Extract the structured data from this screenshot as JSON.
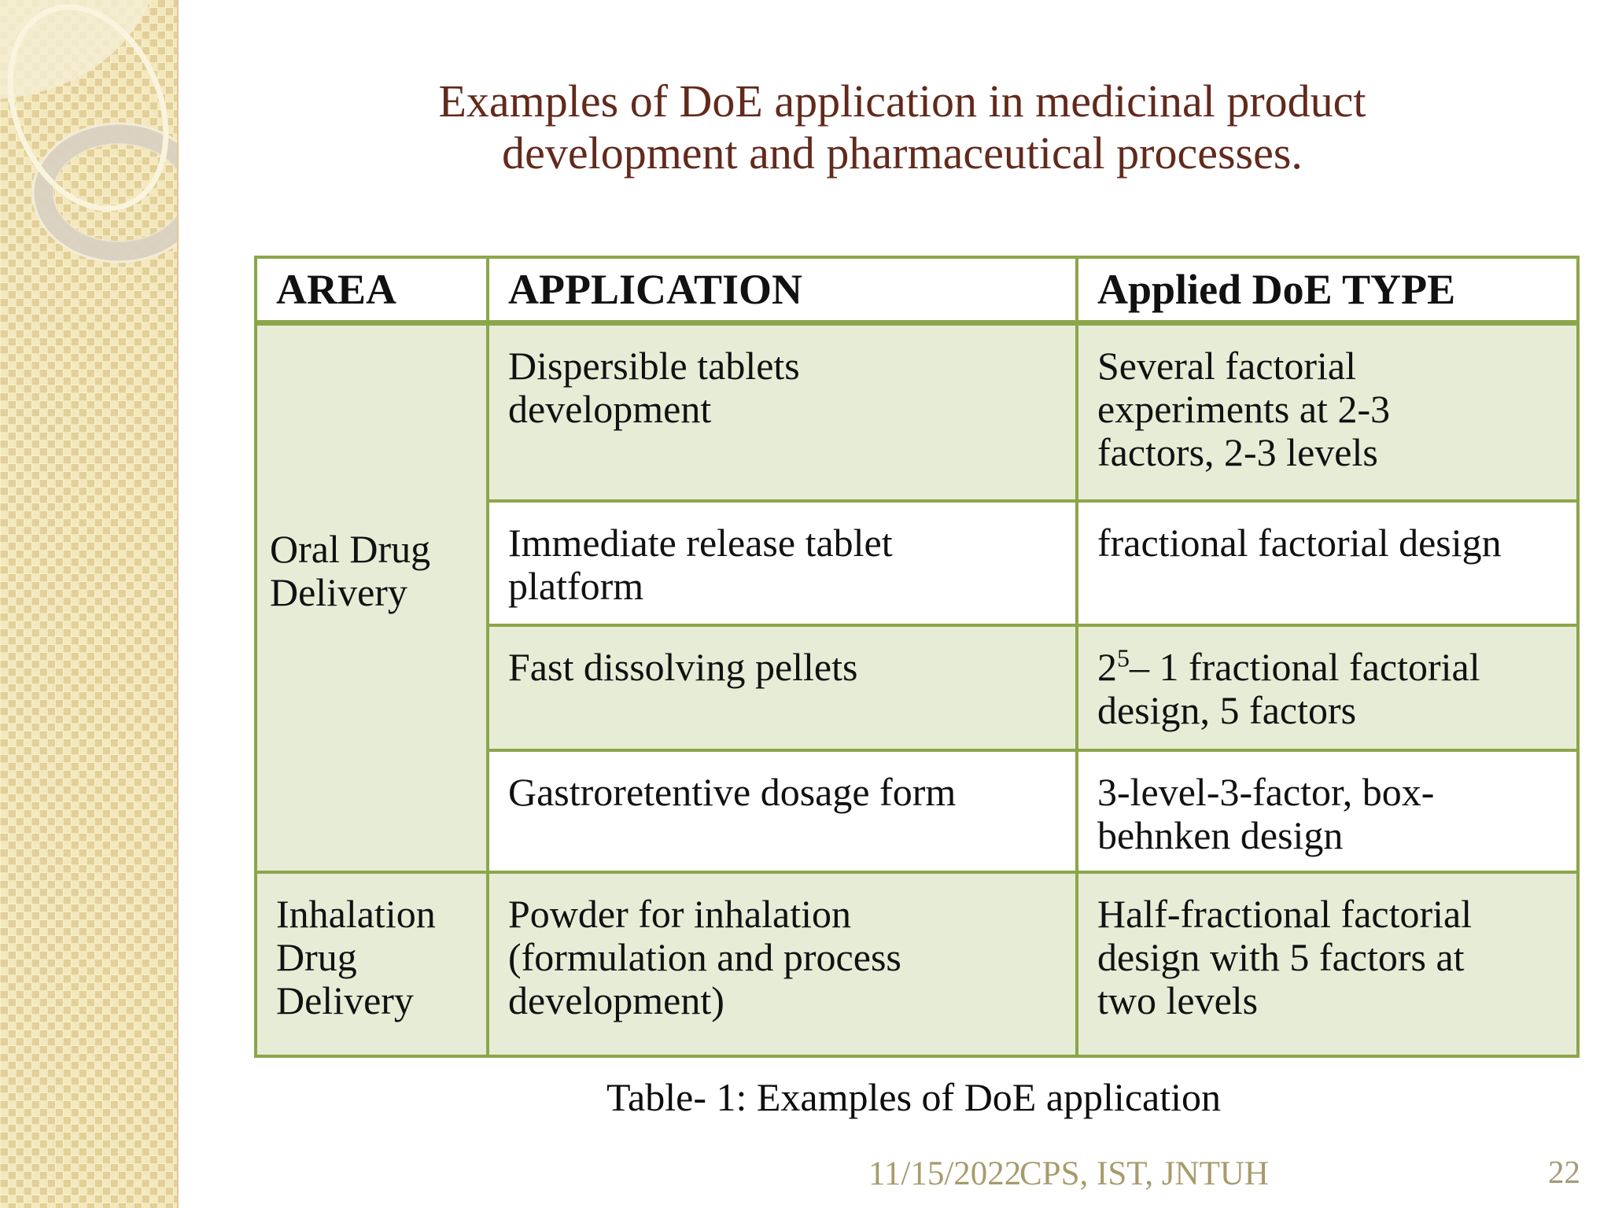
{
  "slide": {
    "title": {
      "line1": "Examples of DoE application in medicinal product",
      "line2": "development and pharmaceutical processes."
    },
    "caption": "Table- 1: Examples of DoE application",
    "footer": {
      "date": "11/15/2022",
      "organization": "CPS, IST, JNTUH",
      "page_number": "22"
    }
  },
  "table": {
    "headers": {
      "area": "AREA",
      "application": "APPLICATION",
      "doe_type": "Applied DoE TYPE"
    },
    "groups": {
      "oral": {
        "area_lines": [
          "Oral Drug",
          "Delivery"
        ],
        "rows": [
          {
            "application_lines": [
              "Dispersible tablets",
              "development"
            ],
            "doe_lines": [
              "Several factorial",
              "experiments at 2-3",
              "factors, 2-3 levels"
            ]
          },
          {
            "application_lines": [
              "Immediate release tablet",
              "platform"
            ],
            "doe_lines": [
              "fractional factorial design"
            ]
          },
          {
            "application_lines": [
              "Fast dissolving pellets"
            ],
            "doe_exponent": {
              "base": "2",
              "sup": "5",
              "rest": "– 1 fractional factorial"
            },
            "doe_line2": "design, 5 factors"
          },
          {
            "application_lines": [
              "Gastroretentive dosage form"
            ],
            "doe_lines": [
              "3-level-3-factor, box-",
              "behnken design"
            ]
          }
        ]
      },
      "inhalation": {
        "area_lines": [
          "Inhalation",
          "Drug",
          "Delivery"
        ],
        "application_lines": [
          "Powder for inhalation",
          "(formulation and process",
          "development)"
        ],
        "doe_lines": [
          "Half-fractional factorial",
          "design with 5 factors at",
          "two levels"
        ]
      }
    }
  },
  "colors": {
    "title_text": "#622A1C",
    "table_border": "#8CA64A",
    "row_green": "#E7ECD7",
    "row_white": "#FFFFFF",
    "footer_text": "#A89B6C",
    "sidebar_base": "#E8D8A4"
  }
}
